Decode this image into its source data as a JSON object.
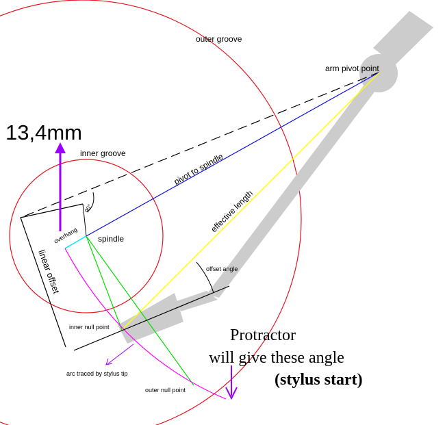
{
  "labels": {
    "outer_groove": "outer groove",
    "inner_groove": "inner groove",
    "arm_pivot_point": "arm pivot point",
    "pivot_to_spindle": "pivot to spindle",
    "effective_length": "effective length",
    "spindle": "spindle",
    "overhang": "overhang",
    "linear_offset": "linear offset",
    "offset_angle": "offset angle",
    "inner_null_point": "inner null point",
    "outer_null_point": "outer null point",
    "arc_traced": "arc traced by stylus tip",
    "right_angle": "90°"
  },
  "annotations": {
    "measurement": "13,4mm",
    "protractor_line1": "Protractor",
    "protractor_line2": "will give these angle",
    "protractor_line3": "(stylus start)"
  },
  "colors": {
    "groove": "#e8141e",
    "pivot_to_spindle": "#1010e0",
    "effective_length": "#ffff00",
    "null_point_lines": "#00dd00",
    "arc": "#ff00ff",
    "overhang": "#00e5ff",
    "purple": "#9900ff",
    "arm": "#cccccc"
  }
}
